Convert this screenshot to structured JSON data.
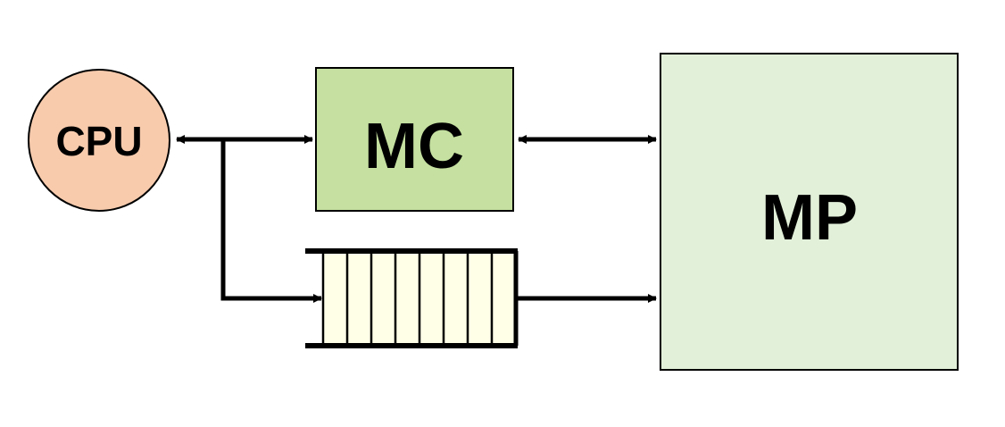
{
  "nodes": {
    "cpu": {
      "label": "CPU",
      "color": "#F8CBAD"
    },
    "mc": {
      "label": "MC",
      "color": "#C5E0A0"
    },
    "mp": {
      "label": "MP",
      "color": "#E2F0D9"
    },
    "queue": {
      "slots": 8,
      "color": "#FFFFE8"
    }
  },
  "colors": {
    "stroke": "#000000",
    "background": "#FFFFFF"
  }
}
